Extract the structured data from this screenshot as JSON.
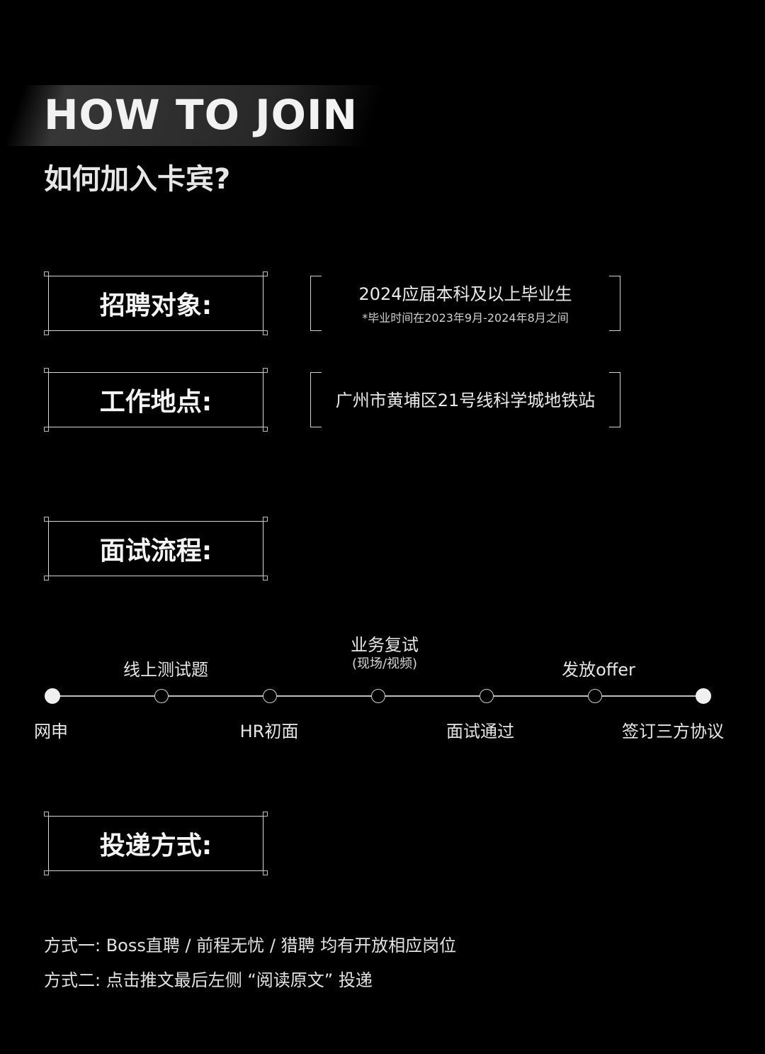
{
  "header": {
    "title": "HOW TO JOIN",
    "subtitle": "如何加入卡宾?"
  },
  "sections": {
    "recruit_target": {
      "label": "招聘对象:",
      "value": "2024应届本科及以上毕业生",
      "note": "*毕业时间在2023年9月-2024年8月之间"
    },
    "work_location": {
      "label": "工作地点:",
      "value": "广州市黄埔区21号线科学城地铁站"
    },
    "interview_process": {
      "label": "面试流程:"
    },
    "apply_method": {
      "label": "投递方式:"
    }
  },
  "process": {
    "steps": [
      {
        "label": "网申"
      },
      {
        "label": "线上测试题"
      },
      {
        "label": "HR初面"
      },
      {
        "label": "业务复试",
        "sub": "(现场/视频)"
      },
      {
        "label": "面试通过"
      },
      {
        "label": "发放offer"
      },
      {
        "label": "签订三方协议"
      }
    ]
  },
  "methods": [
    "方式一: Boss直聘 / 前程无忧 / 猎聘  均有开放相应岗位",
    "方式二: 点击推文最后左侧 “阅读原文” 投递"
  ],
  "colors": {
    "background": "#000000",
    "text": "#ffffff"
  }
}
